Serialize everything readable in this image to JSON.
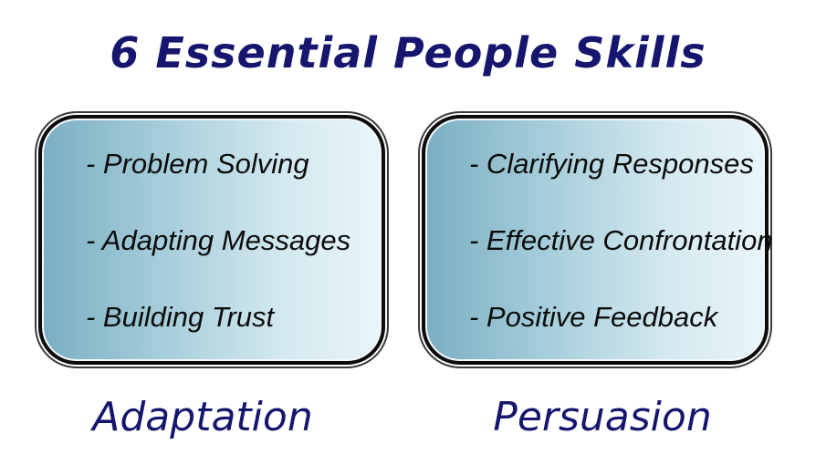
{
  "title": "6 Essential People Skills",
  "colors": {
    "title": "#16166e",
    "card_border": "#0c0c0c",
    "card_gradient_start": "#7aaec2",
    "card_gradient_end": "#e9f5f9",
    "skill_text": "#0c0c0c"
  },
  "groups": [
    {
      "category": "Adaptation",
      "skills": [
        "- Problem Solving",
        "- Adapting Messages",
        "- Building Trust"
      ]
    },
    {
      "category": "Persuasion",
      "skills": [
        "- Clarifying Responses",
        "- Effective Confrontation",
        "- Positive Feedback"
      ]
    }
  ]
}
